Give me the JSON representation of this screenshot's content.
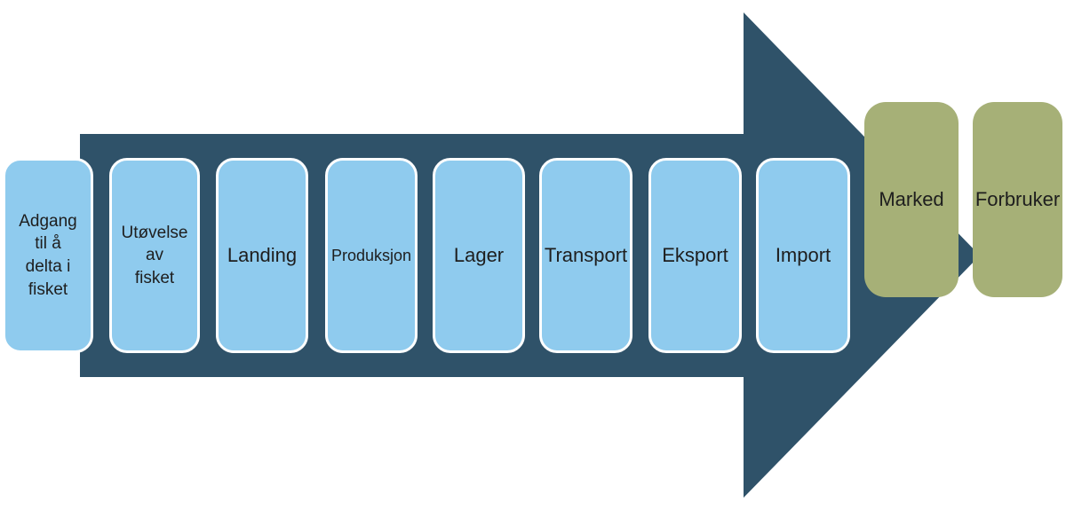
{
  "diagram": {
    "type": "process-arrow",
    "direction": "left-to-right",
    "arrow_color": "#2F5269",
    "stage_fill": "#8FCBEE",
    "stage_border_color": "#FFFFFF",
    "end_node_fill": "#A6B077",
    "text_color": "#1E1E1E",
    "background_color": "#FFFFFF",
    "stages": [
      {
        "label": "Adgang\ntil å\ndelta i\nfisket"
      },
      {
        "label": "Utøvelse\nav\nfisket"
      },
      {
        "label": "Landing"
      },
      {
        "label": "Produksjon"
      },
      {
        "label": "Lager"
      },
      {
        "label": "Transport"
      },
      {
        "label": "Eksport"
      },
      {
        "label": "Import"
      }
    ],
    "end_nodes": [
      {
        "label": "Marked"
      },
      {
        "label": "Forbruker"
      }
    ]
  }
}
